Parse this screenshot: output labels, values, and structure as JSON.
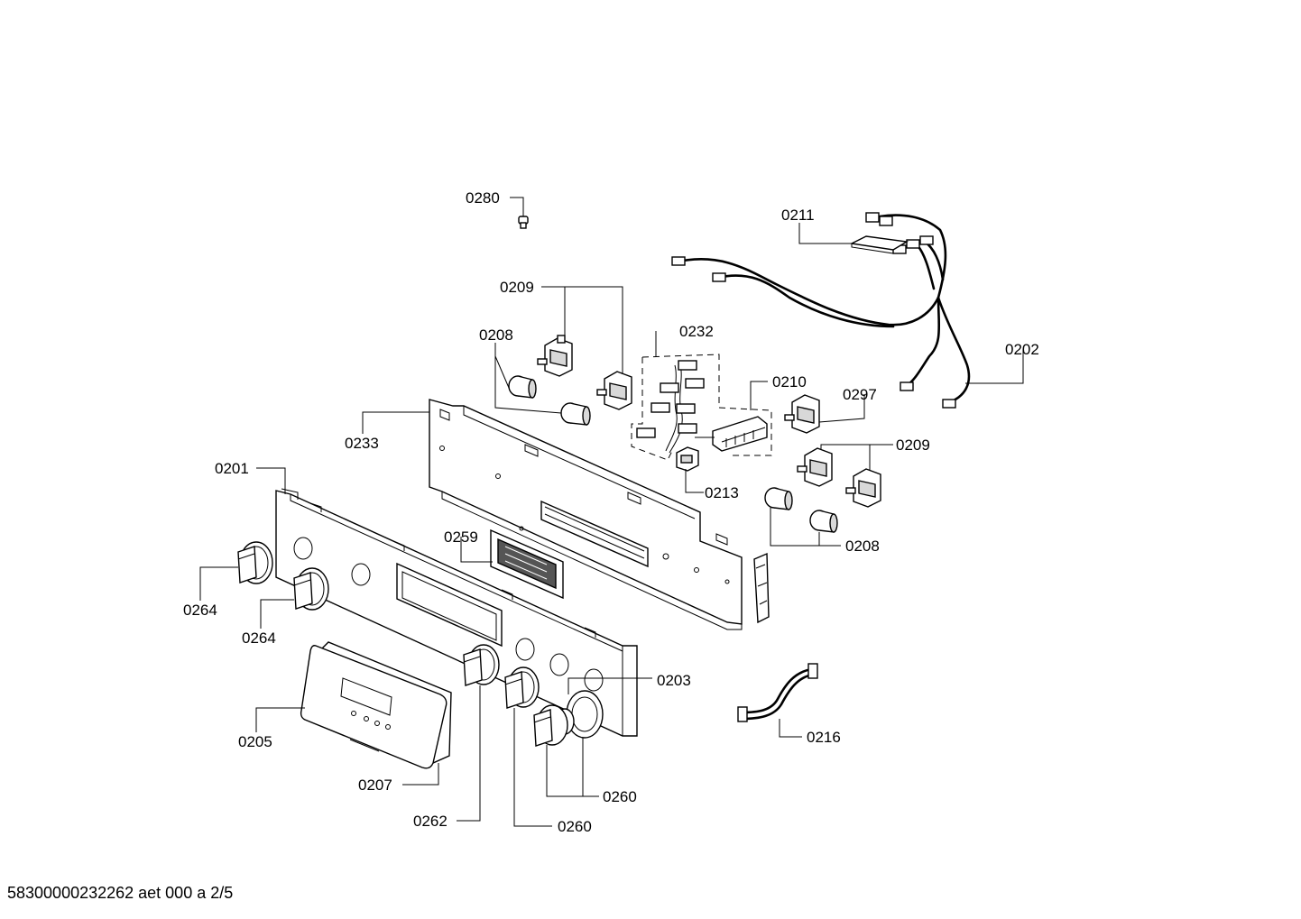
{
  "footer": {
    "reference": "58300000232262 aet 000 a 2/5"
  },
  "labels": {
    "l0280": "0280",
    "l0211": "0211",
    "l0209a": "0209",
    "l0208a": "0208",
    "l0232": "0232",
    "l0202": "0202",
    "l0210": "0210",
    "l0297": "0297",
    "l0233": "0233",
    "l0209b": "0209",
    "l0201": "0201",
    "l0213": "0213",
    "l0208b": "0208",
    "l0259": "0259",
    "l0264a": "0264",
    "l0264b": "0264",
    "l0203": "0203",
    "l0216": "0216",
    "l0205": "0205",
    "l0260a": "0260",
    "l0207": "0207",
    "l0262": "0262",
    "l0260b": "0260"
  }
}
